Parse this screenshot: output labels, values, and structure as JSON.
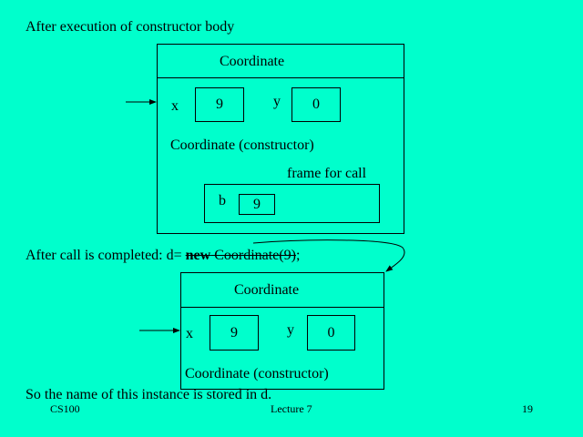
{
  "title": "After execution of constructor body",
  "object1": {
    "class_name": "Coordinate",
    "x_label": "x",
    "x_value": "9",
    "y_label": "y",
    "y_value": "0",
    "method_label": "Coordinate (constructor)",
    "frame_label": "frame for call",
    "frame_param_label": "b",
    "frame_param_value": "9"
  },
  "statement": {
    "prefix": "After call is completed: d= ",
    "keyword": "new",
    "struck_call": " Coordinate(9)",
    "suffix": ";"
  },
  "object2": {
    "class_name": "Coordinate",
    "x_label": "x",
    "x_value": "9",
    "y_label": "y",
    "y_value": "0",
    "method_label": "Coordinate (constructor)"
  },
  "conclusion": "So the name of this instance is stored in d.",
  "footer": {
    "course": "CS100",
    "lecture": "Lecture 7",
    "page": "19"
  }
}
